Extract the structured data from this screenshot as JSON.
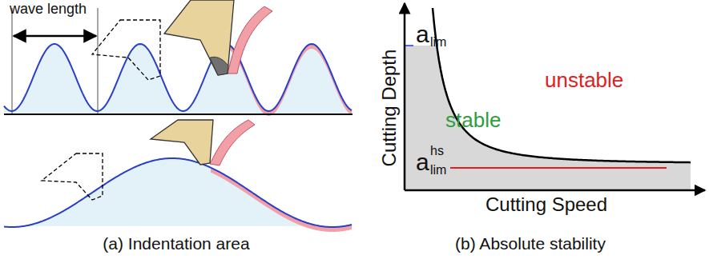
{
  "diagram": {
    "labels": [
      "wave length",
      "a",
      "lim",
      "a",
      "hs",
      "lim",
      "unstable",
      "stable",
      "Cutting Depth",
      "Cutting Speed",
      "(a) Indentation area",
      "(b) Absolute stability"
    ]
  }
}
